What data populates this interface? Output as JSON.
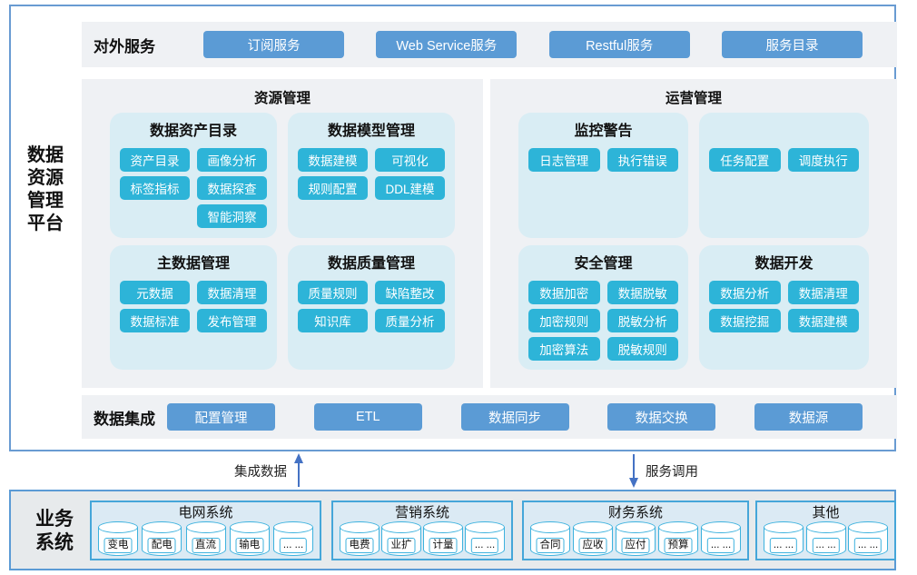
{
  "platform": {
    "label": "数据\n资源\n管理\n平台",
    "services": {
      "label": "对外服务",
      "buttons": [
        "订阅服务",
        "Web Service服务",
        "Restful服务",
        "服务目录"
      ]
    },
    "resource_panel": {
      "title": "资源管理",
      "subpanels": [
        {
          "title": "数据资产目录",
          "buttons": [
            "资产目录",
            "画像分析",
            "标签指标",
            "数据探查",
            "智能洞察"
          ]
        },
        {
          "title": "数据模型管理",
          "buttons": [
            "数据建模",
            "可视化",
            "规则配置",
            "DDL建模"
          ]
        },
        {
          "title": "主数据管理",
          "buttons": [
            "元数据",
            "数据清理",
            "数据标准",
            "发布管理"
          ]
        },
        {
          "title": "数据质量管理",
          "buttons": [
            "质量规则",
            "缺陷整改",
            "知识库",
            "质量分析"
          ]
        }
      ]
    },
    "operations_panel": {
      "title": "运营管理",
      "subpanels": [
        {
          "title": "监控警告",
          "buttons": [
            "日志管理",
            "执行错误"
          ]
        },
        {
          "title": "",
          "buttons": [
            "任务配置",
            "调度执行"
          ]
        },
        {
          "title": "安全管理",
          "buttons": [
            "数据加密",
            "数据脱敏",
            "加密规则",
            "脱敏分析",
            "加密算法",
            "脱敏规则"
          ]
        },
        {
          "title": "数据开发",
          "buttons": [
            "数据分析",
            "数据清理",
            "数据挖掘",
            "数据建模"
          ]
        }
      ]
    },
    "integration": {
      "label": "数据集成",
      "buttons": [
        "配置管理",
        "ETL",
        "数据同步",
        "数据交换",
        "数据源"
      ]
    }
  },
  "flows": {
    "up": {
      "label": "集成数据",
      "direction": "up"
    },
    "down": {
      "label": "服务调用",
      "direction": "down"
    }
  },
  "business": {
    "label": "业务\n系统",
    "systems": [
      {
        "title": "电网系统",
        "items": [
          "变电",
          "配电",
          "直流",
          "输电",
          "... ..."
        ]
      },
      {
        "title": "营销系统",
        "items": [
          "电费",
          "业扩",
          "计量",
          "... ..."
        ]
      },
      {
        "title": "财务系统",
        "items": [
          "合同",
          "应收",
          "应付",
          "预算",
          "... ..."
        ]
      },
      {
        "title": "其他",
        "items": [
          "... ...",
          "... ...",
          "... ..."
        ]
      }
    ]
  },
  "colors": {
    "outer_border": "#699bd2",
    "panel_bg": "#eff1f4",
    "service_button": "#5b9bd5",
    "subpanel_bg": "#d9edf4",
    "feature_button": "#2db4d8",
    "business_bg": "#e7eaec",
    "system_box_bg": "#dbeaf4",
    "system_box_border": "#45a6d9",
    "cylinder_border": "#3db2de",
    "arrow": "#4472c4"
  }
}
